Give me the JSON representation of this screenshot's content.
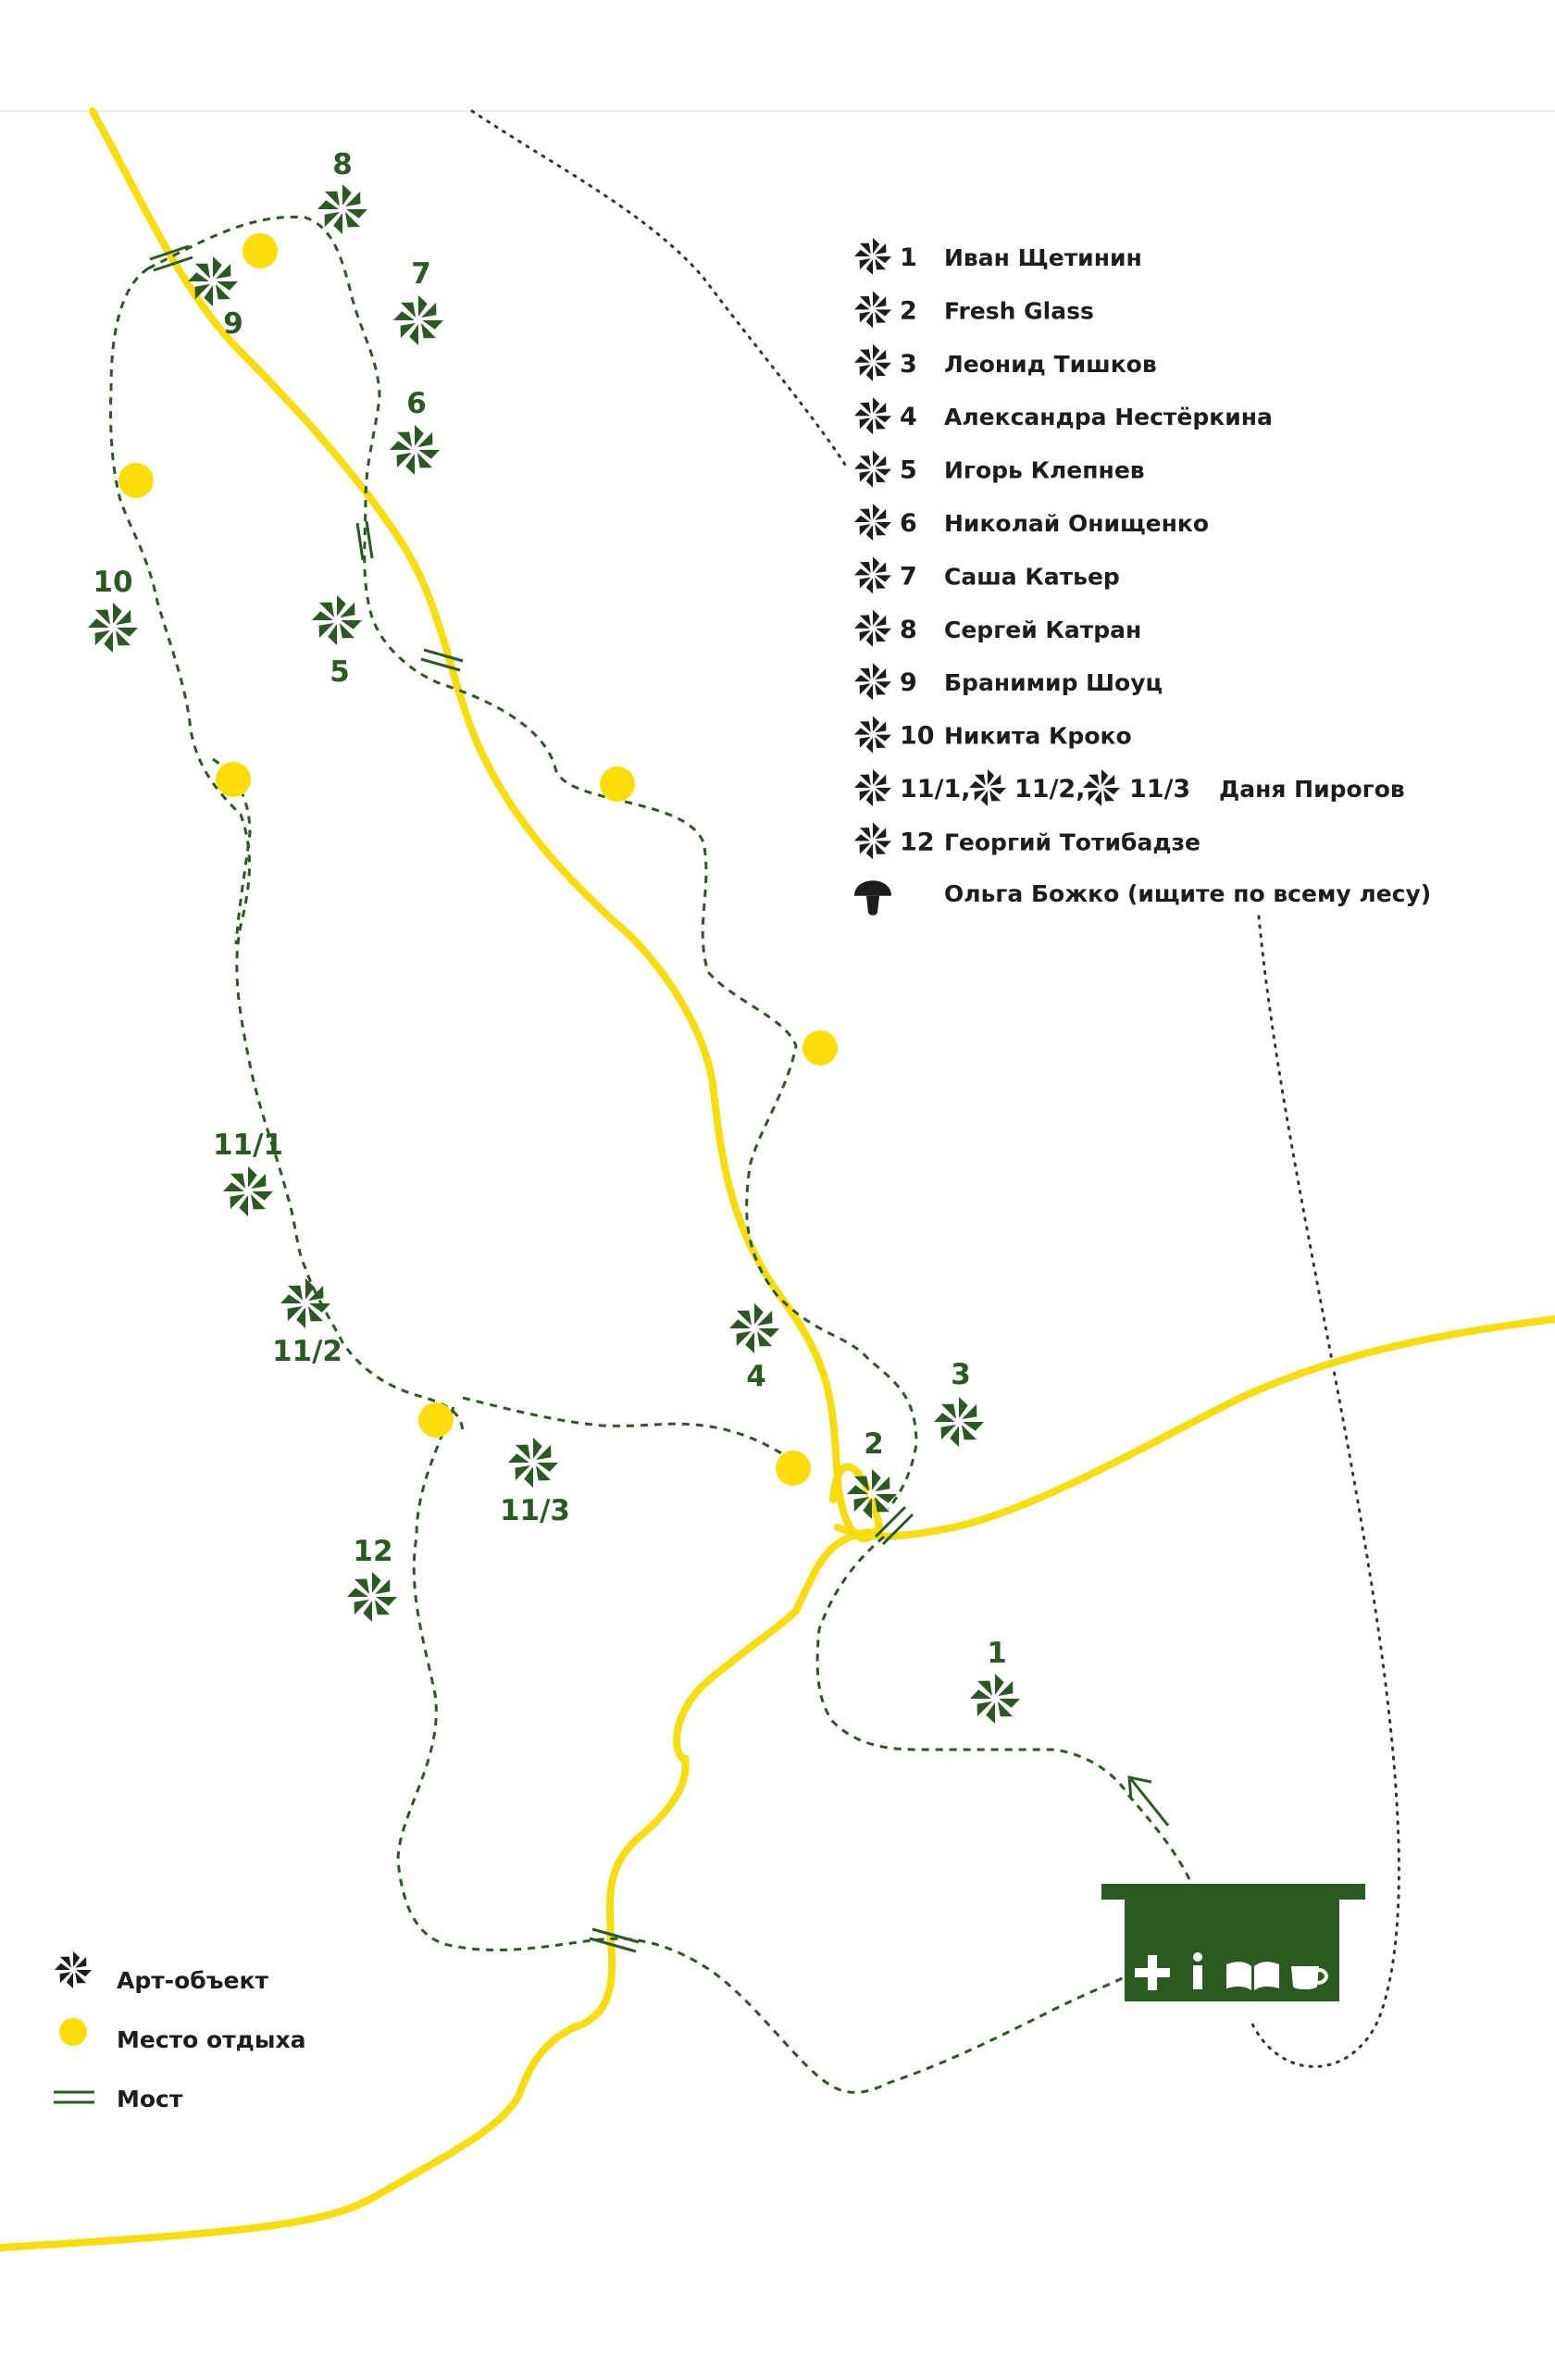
{
  "colors": {
    "road": "#f7dc0f",
    "trail": "#2a5a22",
    "art_object": "#2a5a22",
    "legend_icon": "#1d1d1d",
    "rest_place": "#fcdc0a",
    "info_center": "#2a5a22"
  },
  "legend": {
    "artists": [
      {
        "num": "1",
        "name": "Иван Щетинин"
      },
      {
        "num": "2",
        "name": "Fresh Glass"
      },
      {
        "num": "3",
        "name": "Леонид Тишков"
      },
      {
        "num": "4",
        "name": "Александра Нестёркина"
      },
      {
        "num": "5",
        "name": "Игорь Клепнев"
      },
      {
        "num": "6",
        "name": "Николай Онищенко"
      },
      {
        "num": "7",
        "name": "Саша Катьер"
      },
      {
        "num": "8",
        "name": "Сергей Катран"
      },
      {
        "num": "9",
        "name": "Бранимир Шоуц"
      },
      {
        "num": "10",
        "name": "Никита Кроко"
      }
    ],
    "multi": {
      "nums": [
        "11/1,",
        "11/2,",
        "11/3"
      ],
      "name": "Даня Пирогов"
    },
    "last": {
      "num": "12",
      "name": "Георгий Тотибадзе"
    },
    "mushroom": {
      "icon": "mushroom-icon",
      "name": "Ольга Божко (ищите по всему лесу)"
    }
  },
  "bottom_legend": {
    "art_object": "Арт-объект",
    "rest_place": "Место отдыха",
    "bridge": "Мост"
  },
  "map_labels": {
    "p1": "1",
    "p2": "2",
    "p3": "3",
    "p4": "4",
    "p5": "5",
    "p6": "6",
    "p7": "7",
    "p8": "8",
    "p9": "9",
    "p10": "10",
    "p11_1": "11/1",
    "p11_2": "11/2",
    "p11_3": "11/3",
    "p12": "12"
  },
  "info_center": {
    "icons": [
      "first-aid-icon",
      "info-icon",
      "book-icon",
      "cup-icon"
    ]
  }
}
